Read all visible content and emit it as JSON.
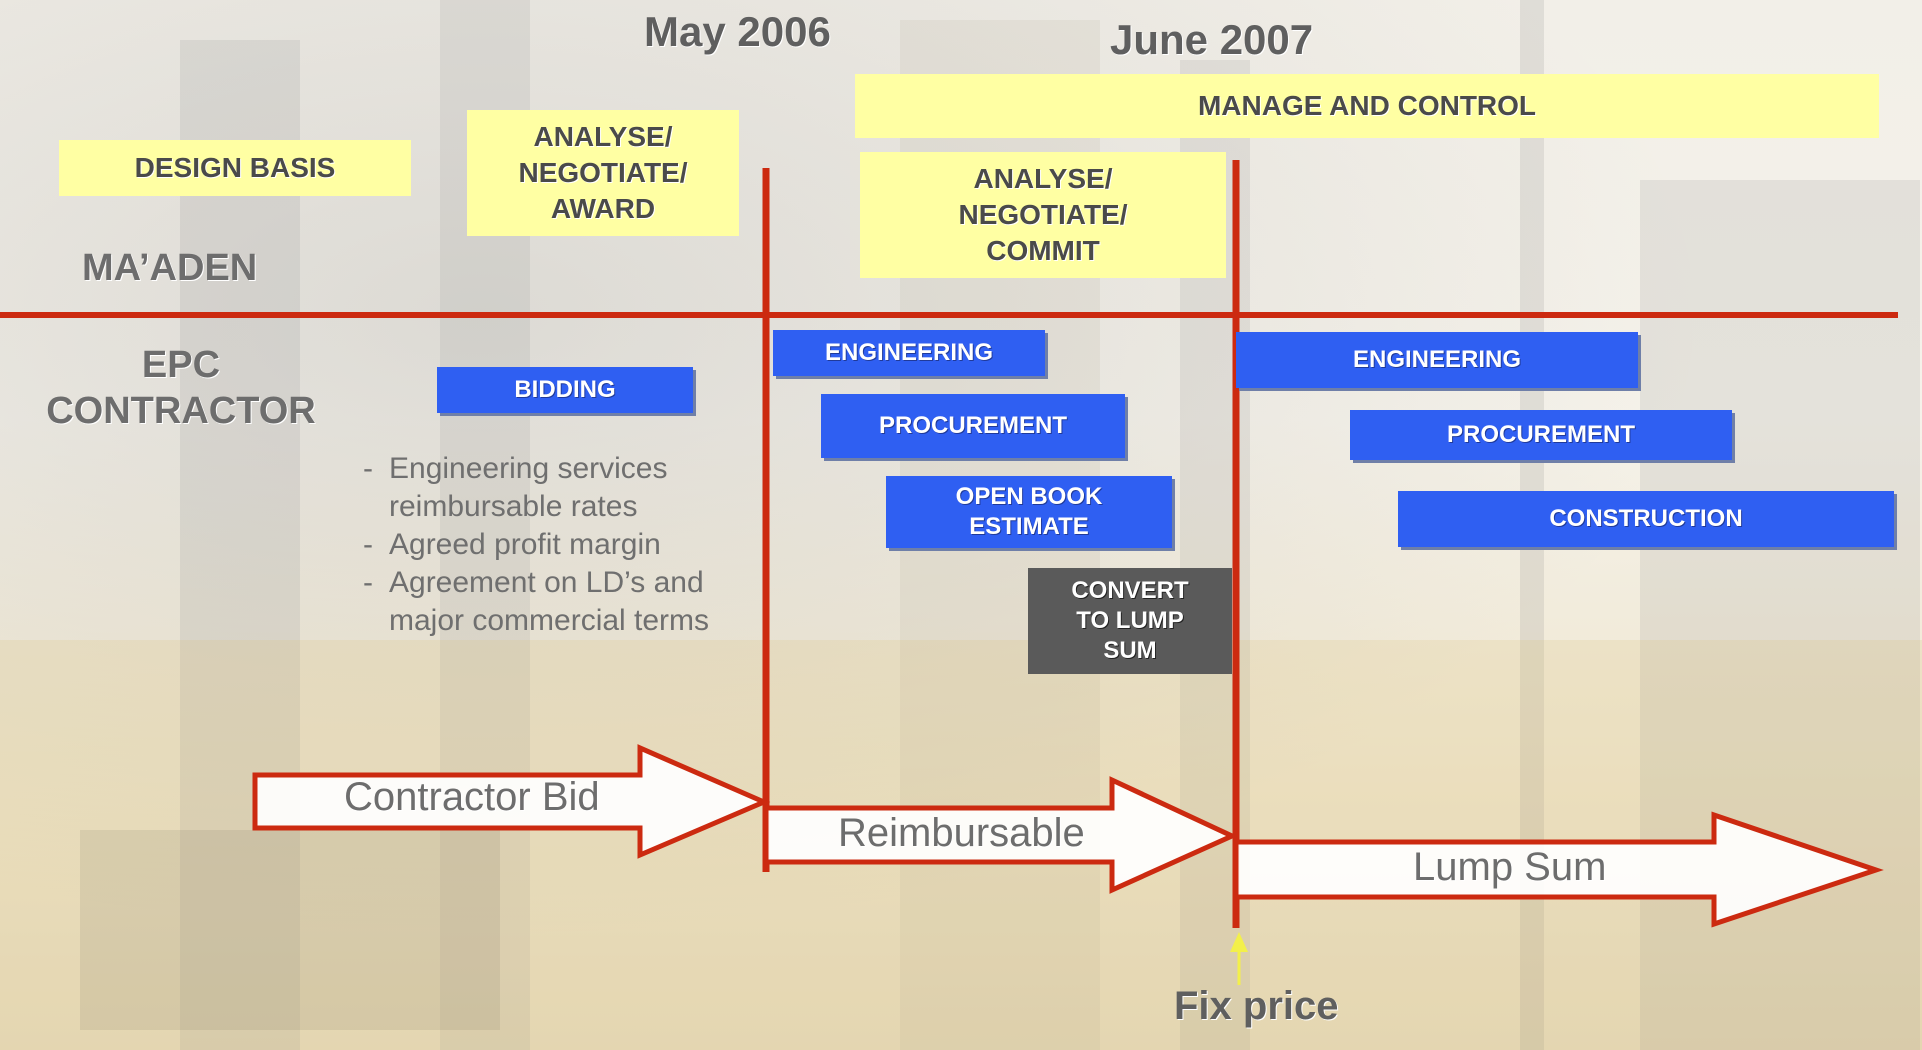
{
  "dates": {
    "left": "May 2006",
    "right": "June 2007"
  },
  "parties": {
    "owner": "MA’ADEN",
    "contractor": "EPC CONTRACTOR"
  },
  "owner_boxes": {
    "design_basis": "DESIGN BASIS",
    "analyse_award": "ANALYSE/\nNEGOTIATE/\nAWARD",
    "manage_control": "MANAGE AND CONTROL",
    "analyse_commit": "ANALYSE/\nNEGOTIATE/\nCOMMIT"
  },
  "contractor_boxes": {
    "bidding": "BIDDING",
    "engineering_1": "ENGINEERING",
    "procurement_1": "PROCUREMENT",
    "open_book": "OPEN BOOK\nESTIMATE",
    "convert": "CONVERT\nTO LUMP\nSUM",
    "engineering_2": "ENGINEERING",
    "procurement_2": "PROCUREMENT",
    "construction": "CONSTRUCTION"
  },
  "notes": [
    "Engineering services reimbursable rates",
    "Agreed profit margin",
    "Agreement on LD’s and major commercial terms"
  ],
  "phases": {
    "bid": "Contractor Bid",
    "reimbursable": "Reimbursable",
    "lump_sum": "Lump Sum"
  },
  "milestone": "Fix price",
  "colors": {
    "divider_red": "#cc2a10",
    "yellow_box": "#ffffa3",
    "blue_box": "#2f5ff2",
    "grey_box": "#5a5a5a",
    "marker_yellow": "#f3f04a"
  }
}
